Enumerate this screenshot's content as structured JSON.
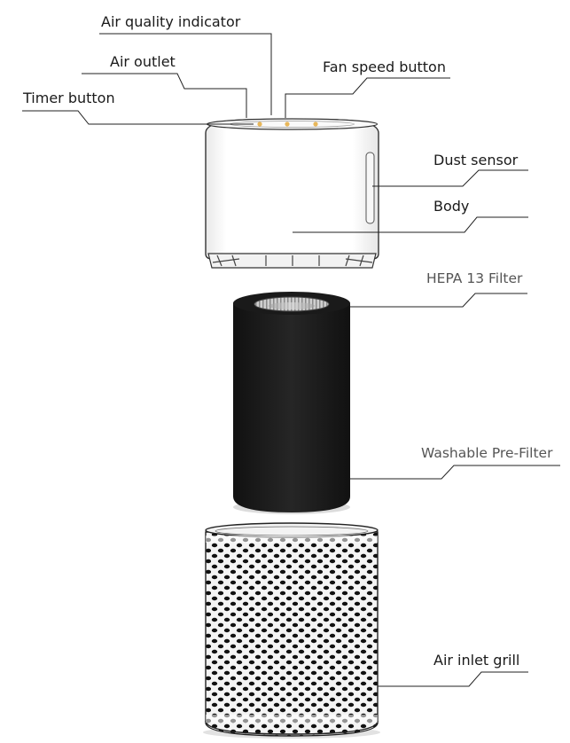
{
  "labels": {
    "air_quality_indicator": "Air quality indicator",
    "air_outlet": "Air outlet",
    "fan_speed_button": "Fan speed button",
    "timer_button": "Timer button",
    "dust_sensor": "Dust sensor",
    "body": "Body",
    "hepa_filter": "HEPA 13 Filter",
    "pre_filter": "Washable Pre-Filter",
    "inlet_grill": "Air inlet grill"
  },
  "colors": {
    "line": "#222222",
    "filter": "#1c1c1c",
    "indicator": "#e8b75a"
  }
}
